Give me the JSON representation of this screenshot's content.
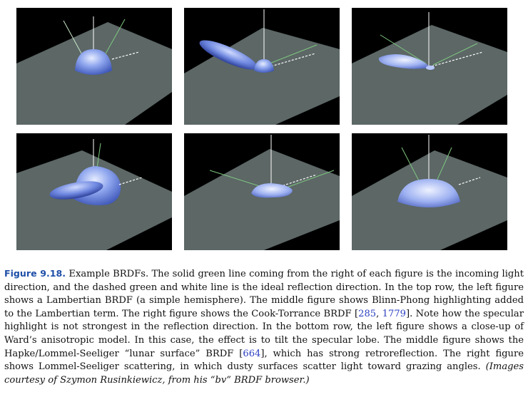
{
  "panels": [
    {
      "name": "lambertian-brdf-figure"
    },
    {
      "name": "blinn-phong-brdf-figure"
    },
    {
      "name": "cook-torrance-brdf-figure"
    },
    {
      "name": "ward-anisotropic-brdf-figure"
    },
    {
      "name": "hapke-lommel-seeliger-brdf-figure"
    },
    {
      "name": "lommel-seeliger-brdf-figure"
    }
  ],
  "caption": {
    "label": "Figure 9.18.",
    "t1": " Example BRDFs. The solid green line coming from the right of each figure is the incoming light direction, and the dashed green and white line is the ideal reflection direction. In the top row, the left figure shows a Lambertian BRDF (a simple hemisphere). The middle figure shows Blinn-Phong highlighting added to the Lambertian term. The right figure shows the Cook-Torrance BRDF [",
    "ref1": "285",
    "t2": ", ",
    "ref2": "1779",
    "t3": "]. Note how the specular highlight is not strongest in the reflection direction. In the bottom row, the left figure shows a close-up of Ward’s anisotropic model. In this case, the effect is to tilt the specular lobe. The middle figure shows the Hapke/Lommel-Seeliger “lunar surface” BRDF [",
    "ref3": "664",
    "t4": "], which has strong retroreflection. The right figure shows Lommel-Seeliger scattering, in which dusty surfaces scatter light toward grazing angles. ",
    "credit": "(Images courtesy of Szymon Rusinkiewicz, from his “bv” BRDF browser.)"
  }
}
